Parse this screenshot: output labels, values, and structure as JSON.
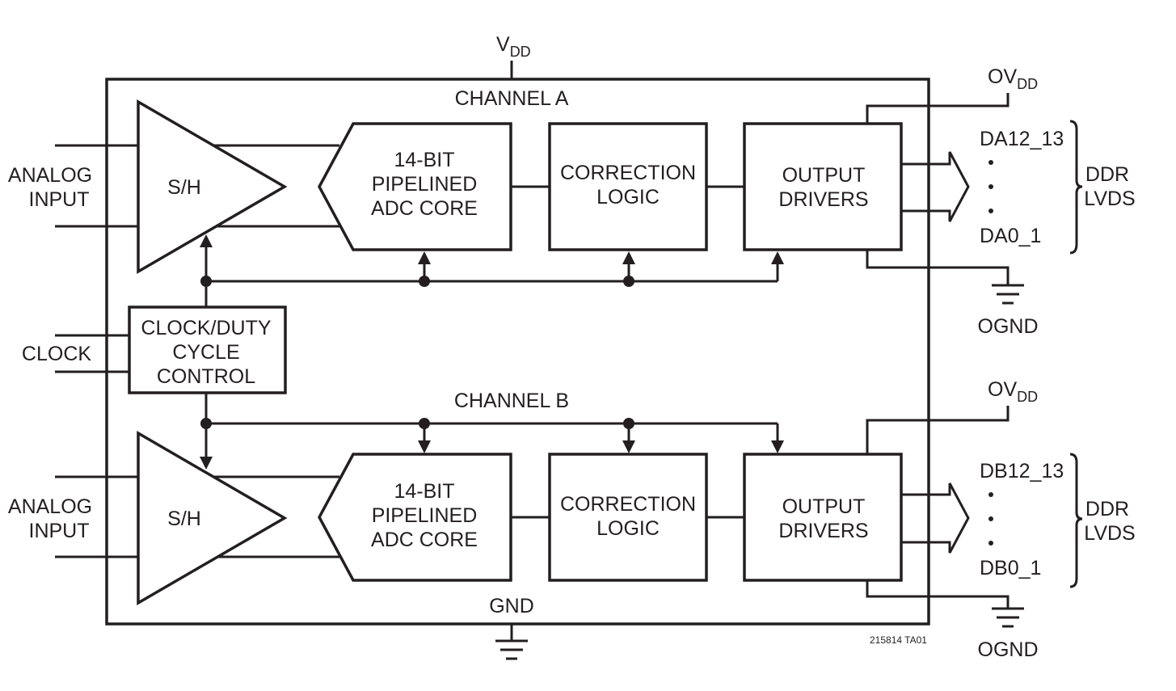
{
  "diagram": {
    "supply": {
      "base": "V",
      "sub": "DD"
    },
    "ground": "GND",
    "channel_a": "CHANNEL A",
    "channel_b": "CHANNEL B",
    "sh": "S/H",
    "adc_core": [
      "14-BIT",
      "PIPELINED",
      "ADC CORE"
    ],
    "correction_logic": [
      "CORRECTION",
      "LOGIC"
    ],
    "output_drivers": [
      "OUTPUT",
      "DRIVERS"
    ],
    "clock_control": [
      "CLOCK/DUTY",
      "CYCLE",
      "CONTROL"
    ],
    "analog_input": [
      "ANALOG",
      "INPUT"
    ],
    "clock_label": "CLOCK",
    "ovdd": {
      "base": "OV",
      "sub": "DD"
    },
    "ognd": "OGND",
    "outputs_a": {
      "top": "DA12_13",
      "bottom": "DA0_1"
    },
    "outputs_b": {
      "top": "DB12_13",
      "bottom": "DB0_1"
    },
    "ddr_lvds": [
      "DDR",
      "LVDS"
    ],
    "figure_id": "215814 TA01"
  }
}
